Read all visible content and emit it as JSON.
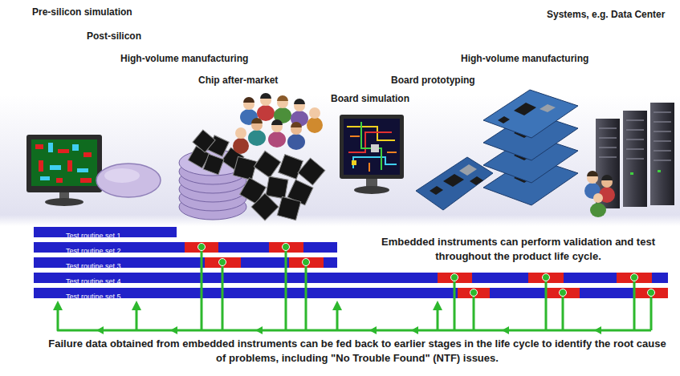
{
  "diagram": {
    "nodes": [
      {
        "text": [
          "Test routine set 1"
        ]
      },
      {
        "text": [
          "Test routine set 2"
        ]
      },
      {
        "text": [
          "Test routine set 3"
        ]
      },
      {
        "text": [
          "Test routine set 4"
        ]
      },
      {
        "text": [
          "Test routine set 5"
        ]
      }
    ],
    "labels": [
      "Pre-silicon simulation",
      "Post-silicon",
      "High-volume manufacturing",
      "Chip after-market",
      "Board simulation",
      "Board prototyping",
      "High-volume manufacturing",
      "Systems, e.g. Data Center",
      "Embedded instruments can perform validation and test throughout the product life cycle."
    ],
    "caption": "Failure data obtained from embedded instruments can be fed back to earlier stages in the life cycle to identify the root cause of problems, including \"No Trouble Found\" (NTF) issues."
  }
}
